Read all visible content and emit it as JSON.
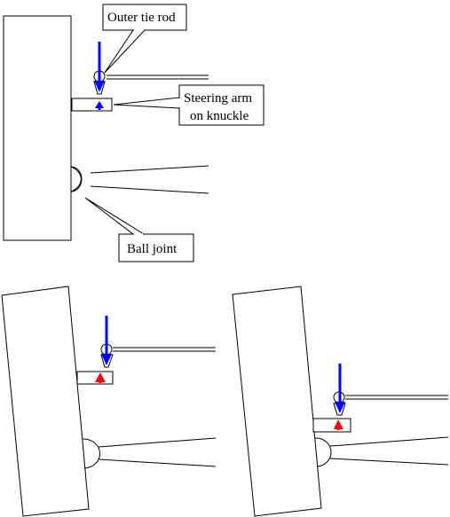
{
  "labels": {
    "outer_tie_rod": "Outer tie rod",
    "steering_arm_line1": "Steering arm",
    "steering_arm_line2": "on knuckle",
    "ball_joint": "Ball joint"
  },
  "colors": {
    "line": "#000000",
    "force_arrow": "#0000ff",
    "reaction_neutral": "#0000ff",
    "reaction_tilted": "#ff0000",
    "background": "#ffffff"
  },
  "panels": [
    {
      "id": "neutral",
      "reaction_color": "reaction_neutral"
    },
    {
      "id": "tilted-left",
      "reaction_color": "reaction_tilted"
    },
    {
      "id": "tilted-right",
      "reaction_color": "reaction_tilted"
    }
  ]
}
